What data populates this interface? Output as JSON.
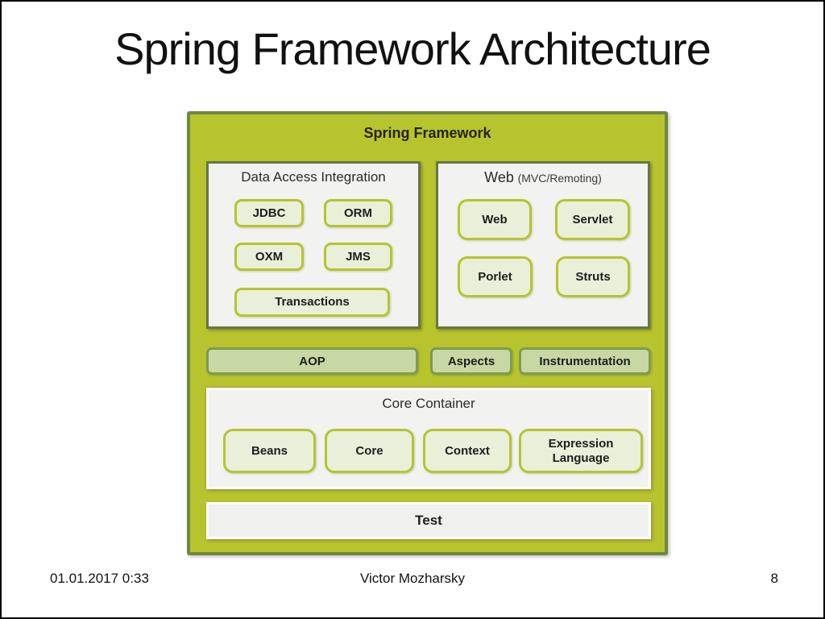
{
  "title": "Spring Framework Architecture",
  "colors": {
    "container_fill": "#b8c42d",
    "container_border": "#6e8840",
    "panel_fill": "#f2f2f0",
    "panel_border": "#657748",
    "module_fill": "#eaefd9",
    "module_border": "#b5c52e",
    "aop_fill": "#c7d8a4",
    "aop_border": "#7f9b53",
    "test_fill": "#f0f0ee",
    "title_color": "#111111"
  },
  "diagram": {
    "framework_label": "Spring Framework",
    "data_access": {
      "title": "Data Access Integration",
      "modules": {
        "jdbc": "JDBC",
        "orm": "ORM",
        "oxm": "OXM",
        "jms": "JMS",
        "transactions": "Transactions"
      }
    },
    "web": {
      "title": "Web",
      "subtitle": "(MVC/Remoting)",
      "modules": {
        "web": "Web",
        "servlet": "Servlet",
        "porlet": "Porlet",
        "struts": "Struts"
      }
    },
    "aop_row": {
      "aop": "AOP",
      "aspects": "Aspects",
      "instrumentation": "Instrumentation"
    },
    "core": {
      "title": "Core Container",
      "modules": {
        "beans": "Beans",
        "core": "Core",
        "context": "Context",
        "expression": "Expression Language"
      }
    },
    "test_label": "Test"
  },
  "footer": {
    "datetime": "01.01.2017 0:33",
    "author": "Victor Mozharsky",
    "page_number": "8"
  }
}
